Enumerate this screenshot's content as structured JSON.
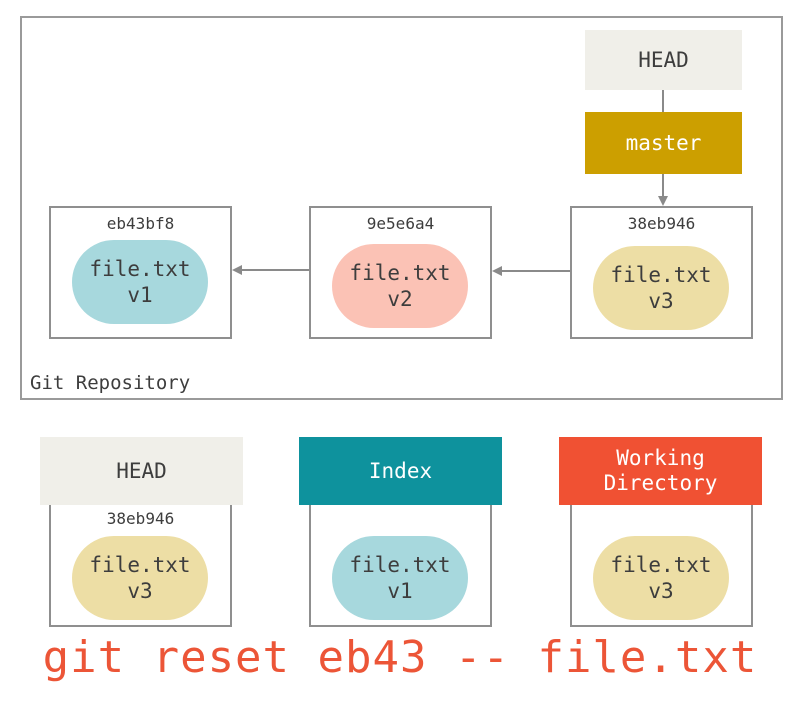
{
  "repository": {
    "label": "Git Repository",
    "head_label": "HEAD",
    "branch_label": "master",
    "commits": [
      {
        "id": "eb43bf8",
        "file": "file.txt",
        "version": "v1",
        "color": "#a7d8dd"
      },
      {
        "id": "9e5e6a4",
        "file": "file.txt",
        "version": "v2",
        "color": "#fbc2b5"
      },
      {
        "id": "38eb946",
        "file": "file.txt",
        "version": "v3",
        "color": "#eddea5"
      }
    ]
  },
  "trees": {
    "head": {
      "label": "HEAD",
      "commit_id": "38eb946",
      "file": "file.txt",
      "version": "v3",
      "color": "#f0efe9"
    },
    "index": {
      "label": "Index",
      "file": "file.txt",
      "version": "v1",
      "color": "#0e929d"
    },
    "working_directory": {
      "label_line1": "Working",
      "label_line2": "Directory",
      "file": "file.txt",
      "version": "v3",
      "color": "#f05133"
    }
  },
  "command": "git reset eb43 -- file.txt",
  "colors": {
    "branch": "#cc9f00",
    "command": "#ec5537",
    "border": "#8f8f8f",
    "arrow": "#8a8a8a"
  }
}
